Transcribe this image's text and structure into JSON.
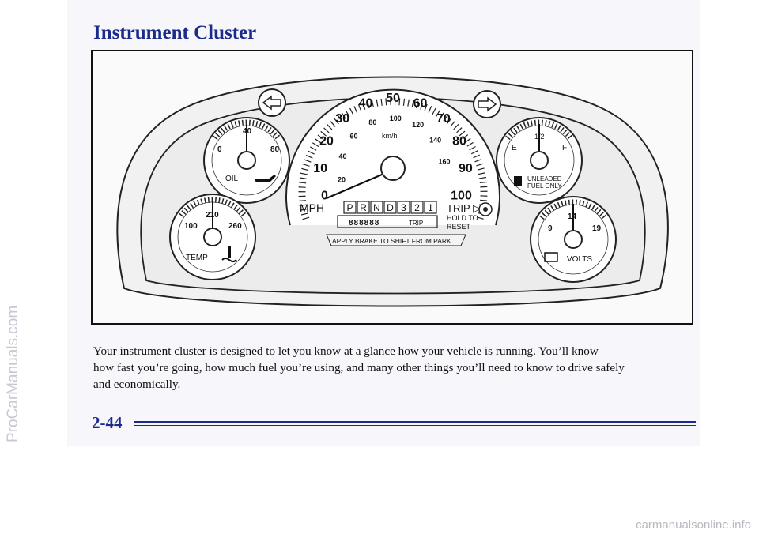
{
  "page": {
    "title": "Instrument Cluster",
    "paragraph_lines": [
      "Your instrument cluster is designed to let you know at a glance how your vehicle is running. You’ll know",
      "how fast you’re going, how much fuel you’re using, and many other things you’ll need to know to drive safely",
      "and economically."
    ],
    "page_number": "2-44",
    "side_watermark": "ProCarManuals.com",
    "footer_watermark": "carmanualsonline.info"
  },
  "cluster": {
    "speedometer": {
      "unit_label": "MPH",
      "mph_ticks": [
        "0",
        "10",
        "20",
        "30",
        "40",
        "50",
        "60",
        "70",
        "80",
        "90",
        "100"
      ],
      "kmh_label": "km/h",
      "kmh_ticks": [
        "20",
        "40",
        "60",
        "80",
        "100",
        "120",
        "140",
        "160"
      ]
    },
    "gear_indicator": [
      "P",
      "R",
      "N",
      "D",
      "3",
      "2",
      "1"
    ],
    "odometer": {
      "digits": "888888",
      "trip_label": "TRIP"
    },
    "trip_button": {
      "label": "TRIP ▷",
      "line2": "HOLD TO",
      "line3": "RESET"
    },
    "park_warning": "APPLY BRAKE TO SHIFT FROM PARK",
    "oil_gauge": {
      "label": "OIL",
      "min": "0",
      "mid": "40",
      "max": "80"
    },
    "temp_gauge": {
      "label": "TEMP",
      "min": "100",
      "mid": "210",
      "max": "260"
    },
    "fuel_gauge": {
      "empty": "E",
      "half": "1/2",
      "full": "F",
      "line1": "UNLEADED",
      "line2": "FUEL ONLY"
    },
    "volts_gauge": {
      "label": "VOLTS",
      "min": "9",
      "mid": "14",
      "max": "19"
    }
  }
}
